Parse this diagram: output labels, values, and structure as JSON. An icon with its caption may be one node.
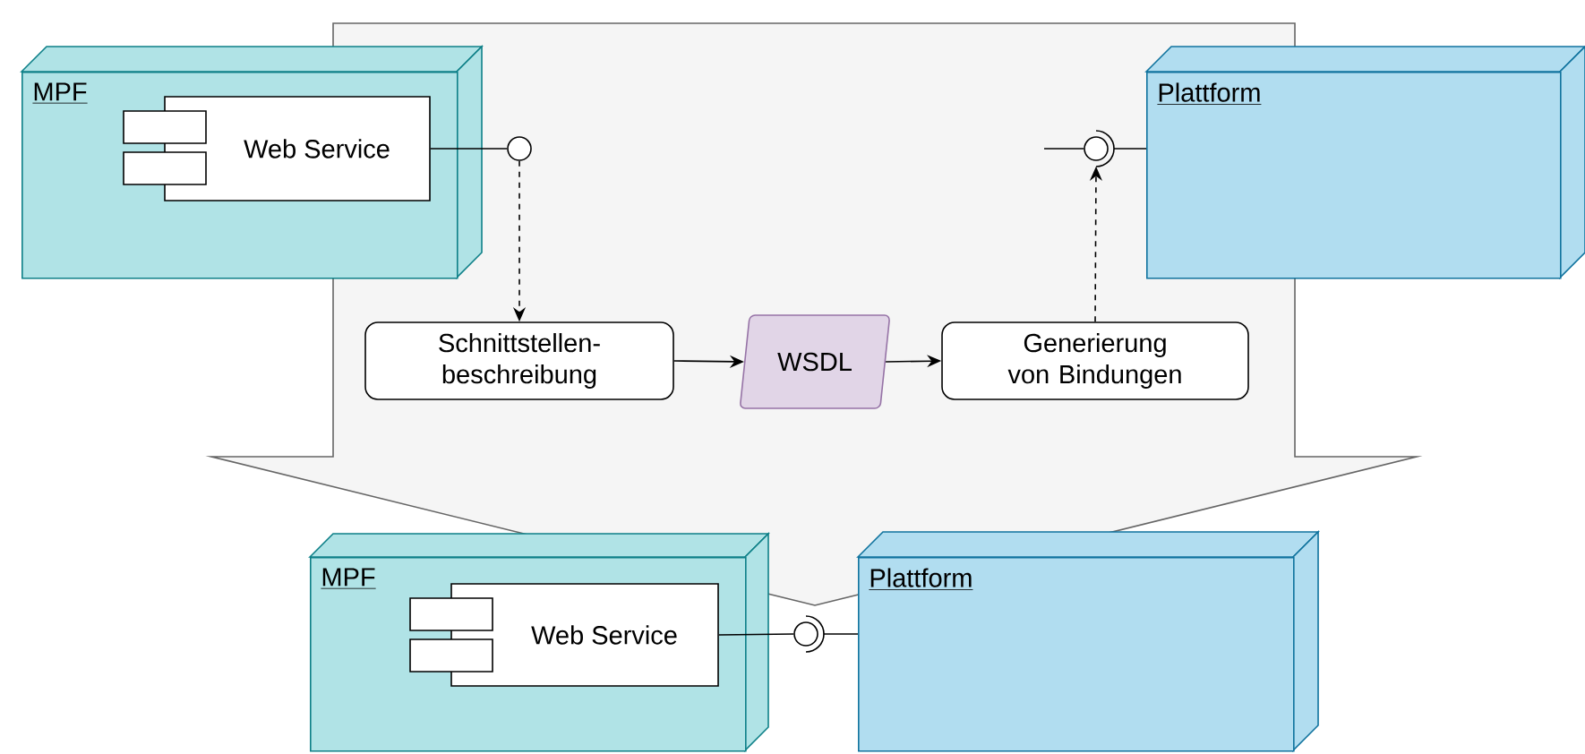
{
  "diagram": {
    "nodes": [
      {
        "text": [
          "MPF"
        ]
      },
      {
        "text": [
          "Web Service"
        ],
        "in": 0
      },
      {
        "text": [],
        "shape": "circle"
      },
      {
        "text": [
          "Schnittstellen- beschreibung"
        ]
      },
      {
        "text": [
          "WSDL"
        ]
      },
      {
        "text": [
          "Generierung von Bindungen"
        ]
      },
      {
        "text": [
          "Plattform"
        ]
      },
      {
        "text": [],
        "shape": "circle"
      },
      {
        "text": [
          "MPF"
        ]
      },
      {
        "text": [
          "Web Service"
        ],
        "in": 8
      },
      {
        "text": [
          "Plattform"
        ]
      },
      {
        "text": [],
        "shape": "circle"
      }
    ],
    "edges": [
      {
        "from": 1,
        "to": 2,
        "arrow": "none"
      },
      {
        "from": 2,
        "to": 3,
        "arrow": "to",
        "style": "dashed"
      },
      {
        "from": 3,
        "to": 4,
        "arrow": "to"
      },
      {
        "from": 4,
        "to": 5,
        "arrow": "to"
      },
      {
        "from": 5,
        "to": 7,
        "arrow": "to",
        "style": "dashed"
      },
      {
        "from": 7,
        "to": 6,
        "arrow": "none"
      },
      {
        "from": null,
        "to": 7,
        "arrow": "none"
      },
      {
        "from": 9,
        "to": 11,
        "arrow": "none"
      },
      {
        "from": 11,
        "to": 10,
        "arrow": "none"
      }
    ]
  }
}
